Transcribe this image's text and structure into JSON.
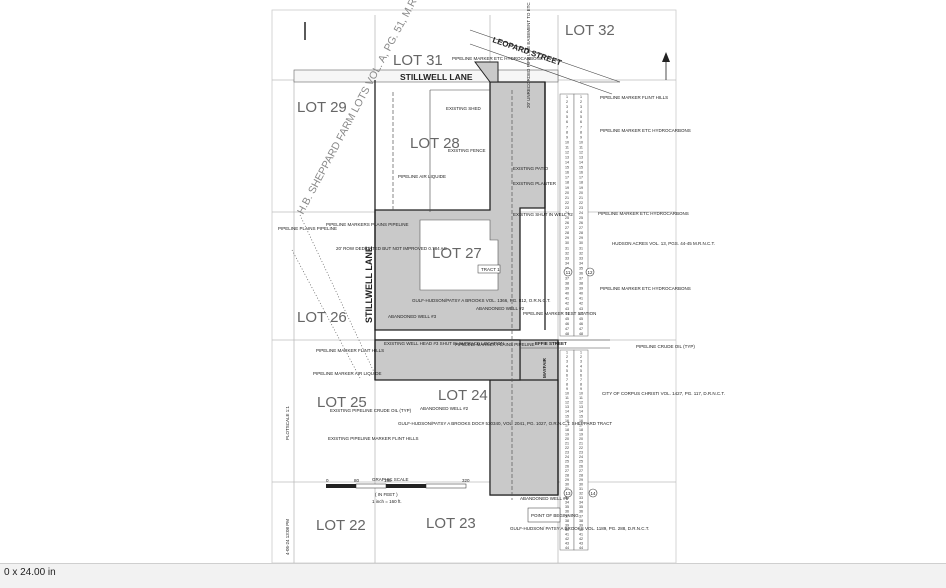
{
  "status": {
    "text": "0 x 24.00 in"
  },
  "lots": {
    "lot32": "LOT 32",
    "lot31": "LOT 31",
    "lot29": "LOT 29",
    "lot28": "LOT 28",
    "lot27": "LOT 27",
    "lot26": "LOT 26",
    "lot25": "LOT 25",
    "lot24": "LOT 24",
    "lot23": "LOT 23",
    "lot22": "LOT 22"
  },
  "streets": {
    "stillwell_top": "STILLWELL LANE",
    "stillwell_vertical": "STILLWELL LANE",
    "leopard": "LEOPARD STREET",
    "effie": "EFFIE STREET",
    "mayfair": "MAYFAIR"
  },
  "farm_lots": "H.B. SHEPPARD FARM LOTS VOL. A, PG. 51, M.R.N.C.T.",
  "labels": {
    "tract1": "TRACT 1",
    "pipeline_marker_etc": "PIPELINE MARKER ETC HYDROCARBONS",
    "pipeline_flint_hills": "PIPELINE MARKER FLINT HILLS",
    "existing_shed": "EXISTING SHED",
    "pipeline_easement": "20' UNRECORDED PIPE LINE EASEMENT TO ETC",
    "existing_fence": "EXISTING FENCE",
    "existing_patio": "EXISTING PATIO",
    "existing_planter": "EXISTING PLANTER",
    "pipeline_air_liquide": "PIPELINE AIR LIQUIDE",
    "shut_in_well_2": "EXISTING SHUT IN WELL #2",
    "pipeline_markers_plains": "PIPELINE MARKERS PLAINS PIPELINE",
    "pipeline_plains": "PIPELINE PLAINS PIPELINE",
    "row_dedicated": "20' ROW DEDICATED BUT NOT IMPROVED 0.784 AC",
    "hudson_acres": "HUDSON ACRES VOL. 13, PGS. 44-45 M.R.N.C.T.",
    "pipeline_marker_etc_right": "PIPELINE MARKER ETC HYDROCARBONS",
    "gulf_hudson_1": "GULF-HUDSON/PATSY A BROOKS VOL. 1366, PG. 812, O.R.N.C.T.",
    "abandoned_well_3": "ABANDONED WELL #3",
    "abandoned_well_2_top": "ABANDONED WELL #2",
    "pipeline_marker_test": "PIPELINE MARKER TEST STATION",
    "existing_well_head": "EXISTING WELL HEAD #3 SHUT IN SURFACE LOCATION",
    "pipeline_marker_plains": "PIPELINE MARKER PLAINS PIPELINE",
    "pipeline_crude_oil_right": "PIPELINE CRUDE OIL (TYP)",
    "pipeline_flint_hills_left": "PIPELINE MARKER FLINT HILLS",
    "pipeline_air_liquide_left": "PIPELINE MARKER AIR LIQUIDE",
    "existing_pipeline_crude": "EXISTING PIPELINE CRUDE OIL (TYP)",
    "existing_pipeline_flint": "EXISTING PIPELINE MARKER FLINT HILLS",
    "abandoned_well_2": "ABANDONED WELL #2",
    "gulf_hudson_2": "GULF-HUDSON/PATSY A BROOKS DOC# 530340, VOL. 2041, PG. 1027, O.R.N.C.T. SHEPPARD TRACT",
    "city_corpus": "CITY OF CORPUS CHRISTI VOL. 1427, PG. 117, D.R.N.C.T.",
    "abandoned_well_5": "ABANDONED WELL #5",
    "point_beginning": "POINT OF BEGINNING",
    "gulf_hudson_3": "GULF-HUDSON/ PATSY A BROOKS VOL. 1189, PG. 288, D.R.N.C.T.",
    "graphic_scale": "GRAPHIC SCALE",
    "in_feet": "( IN FEET )",
    "scale_ratio": "1 inch = 160 ft.",
    "plot_info": "PLOTSCALE 1:1",
    "plot_date": "4-05-24 13:08 PM"
  },
  "scale_ticks": [
    "0",
    "80",
    "160",
    "320"
  ],
  "row_numbers": [
    "1",
    "2",
    "3",
    "4",
    "5",
    "6",
    "7",
    "8",
    "9",
    "10",
    "11",
    "12",
    "13",
    "14",
    "15",
    "16",
    "17",
    "18",
    "19",
    "20",
    "21",
    "22",
    "23",
    "24",
    "25",
    "26",
    "27",
    "28",
    "29",
    "30",
    "31",
    "32",
    "33",
    "34",
    "35",
    "36",
    "37",
    "38",
    "39",
    "40",
    "41",
    "42",
    "43",
    "44",
    "45",
    "46",
    "47",
    "48"
  ],
  "row_numbers_lower": [
    "1",
    "2",
    "3",
    "4",
    "5",
    "6",
    "7",
    "8",
    "9",
    "10",
    "11",
    "12",
    "13",
    "14",
    "15",
    "16",
    "17",
    "18",
    "19",
    "20",
    "21",
    "22",
    "23",
    "24",
    "25",
    "26",
    "27",
    "28",
    "29",
    "30",
    "31",
    "32",
    "33",
    "34",
    "35",
    "36",
    "37",
    "38",
    "39",
    "40",
    "41",
    "42",
    "43",
    "44"
  ],
  "block_numbers": [
    "11",
    "12",
    "13",
    "14"
  ]
}
